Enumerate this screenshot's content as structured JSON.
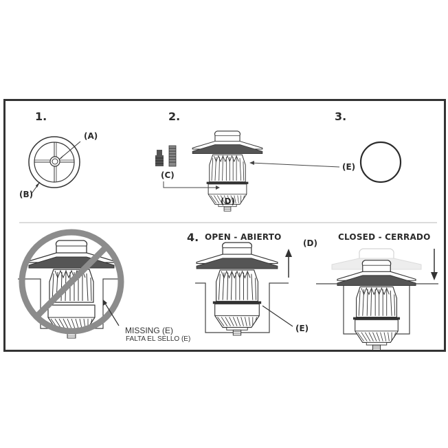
{
  "steps": {
    "s1": {
      "number": "1.",
      "labels": {
        "a": "(A)",
        "b": "(B)"
      }
    },
    "s2": {
      "number": "2.",
      "labels": {
        "c": "(C)",
        "d": "(D)",
        "e": "(E)"
      }
    },
    "s3": {
      "number": "3."
    },
    "s4": {
      "number": "4.",
      "open_caption": "OPEN - ABIERTO",
      "closed_caption": "CLOSED - CERRADO",
      "d_label": "(D)",
      "e_label": "(E)"
    }
  },
  "wrong_example": {
    "missing_line1": "MISSING (E)",
    "missing_line2": "FALTA EL SELLO (E)"
  },
  "colors": {
    "frame": "#333333",
    "line": "#3a3a3a",
    "prohibit": "#8c8c8c",
    "divider": "#cfcfcf",
    "ghost": "#c4c4c4"
  }
}
